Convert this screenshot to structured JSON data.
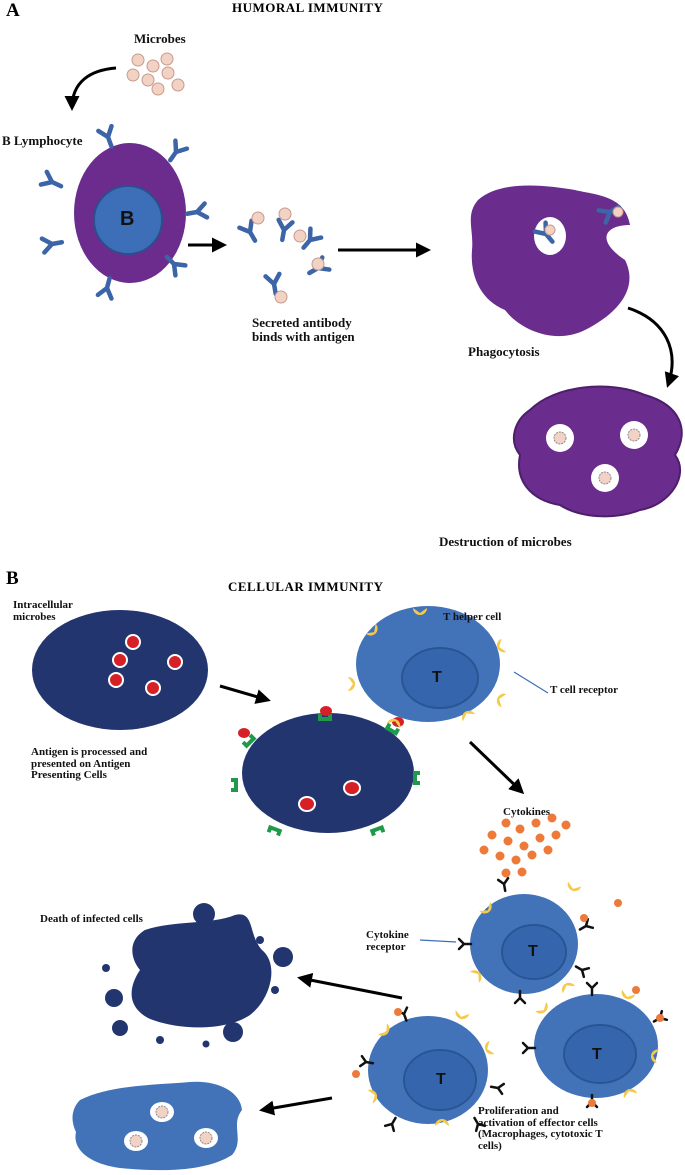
{
  "panel_a": {
    "letter": "A",
    "heading": "HUMORAL IMMUNITY",
    "labels": {
      "microbes": "Microbes",
      "b_lymphocyte": "B Lymphocyte",
      "b_letter": "B",
      "secreted": "Secreted antibody\nbinds with antigen",
      "phagocytosis": "Phagocytosis",
      "destruction": "Destruction of microbes"
    }
  },
  "panel_b": {
    "letter": "B",
    "heading": "CELLULAR IMMUNITY",
    "labels": {
      "intracellular": "Intracellular\nmicrobes",
      "t_helper": "T helper cell",
      "t_receptor": "T cell receptor",
      "antigen_processed": "Antigen is processed and\npresented on Antigen\nPresenting Cells",
      "cytokines": "Cytokines",
      "cytokine_receptor": "Cytokine\nreceptor",
      "death": "Death of infected cells",
      "proliferation": "Proliferation and\nactivation of effector cells\n(Macrophages, cytotoxic T\ncells)",
      "t_letter": "T"
    }
  },
  "colors": {
    "b_cell": "#6b2c8e",
    "b_nucleus": "#3d6fb8",
    "antibody": "#3c65a8",
    "microbe": "#f3d2c6",
    "phagocyte": "#6a2d8d",
    "infected_cell": "#22356f",
    "t_cell": "#4273b8",
    "receptor": "#f5c94a",
    "mhc": "#1e9a4a",
    "antigen": "#d62027",
    "cytokine": "#ee7a3a"
  }
}
